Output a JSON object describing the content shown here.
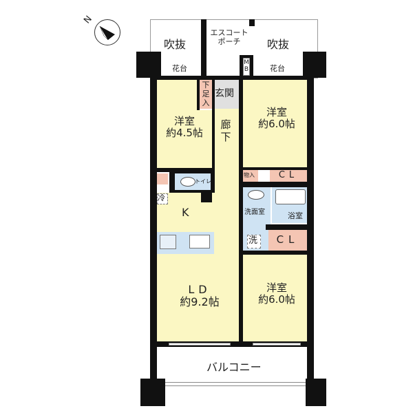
{
  "compass": {
    "label": "N"
  },
  "rooms": {
    "void_left": "吹抜",
    "void_right": "吹抜",
    "planter_left": "花台",
    "planter_right": "花台",
    "escort_porch": "エスコート\nポーチ",
    "mb": "MB",
    "shoe_storage": "下足入",
    "entrance": "玄関",
    "hallway": "廊下",
    "western_room_1": {
      "name": "洋室",
      "size": "約4.5帖"
    },
    "western_room_2": {
      "name": "洋室",
      "size": "約6.0帖"
    },
    "western_room_3": {
      "name": "洋室",
      "size": "約6.0帖"
    },
    "storage": "物入",
    "closet_1": "CL",
    "closet_2": "CL",
    "toilet": "トイレ",
    "fridge": "冷",
    "kitchen": "K",
    "washroom": "洗面室",
    "washer": "洗",
    "bathroom": "浴室",
    "ld": {
      "name": "LD",
      "size": "約9.2帖"
    },
    "balcony": "バルコニー"
  }
}
